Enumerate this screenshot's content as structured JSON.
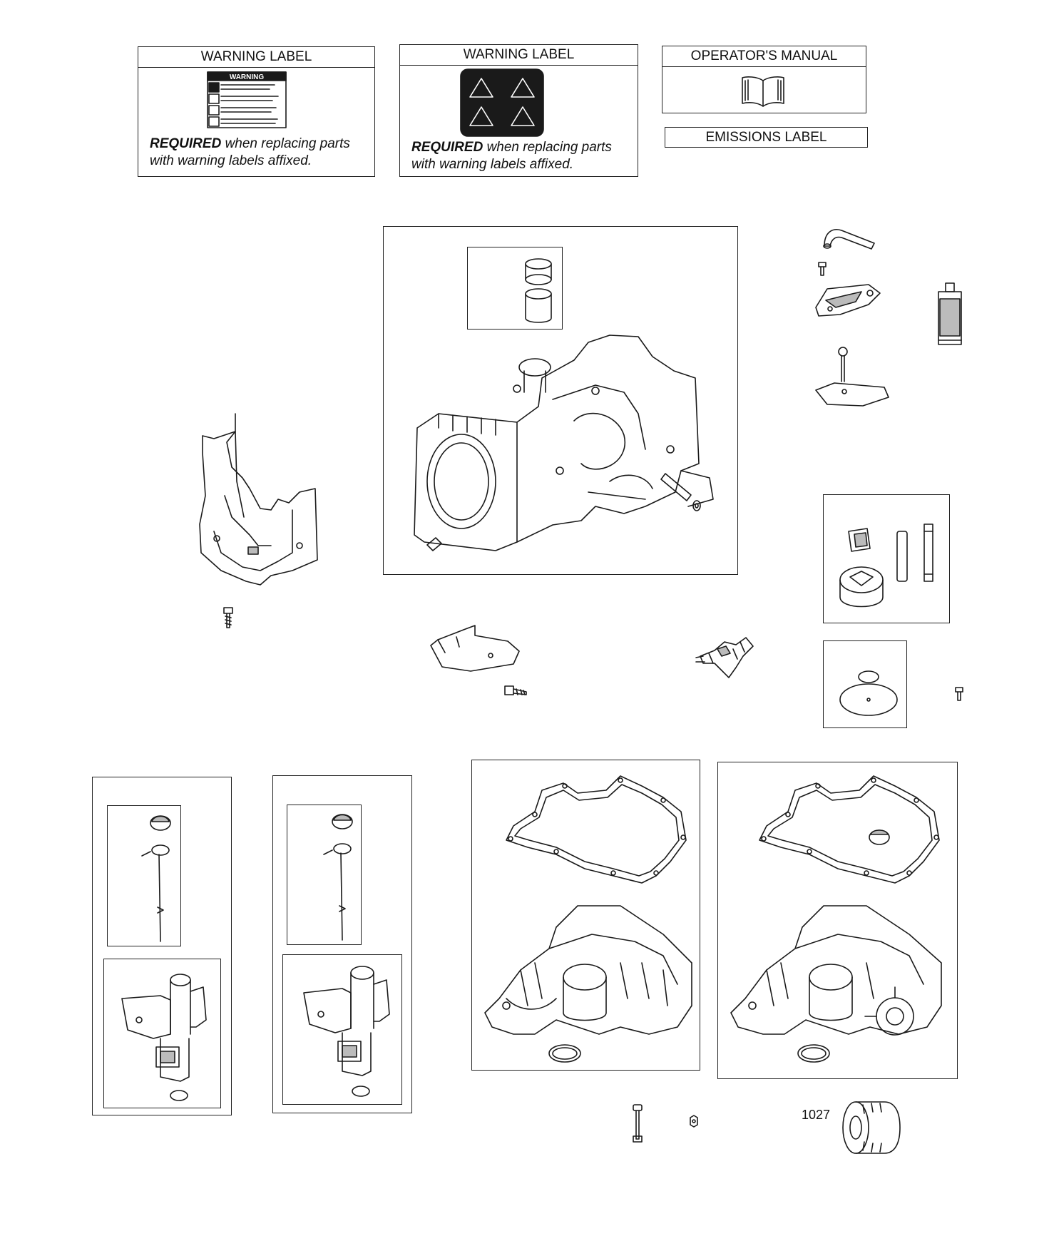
{
  "labels": {
    "warning_label_1": "WARNING LABEL",
    "warning_label_2": "WARNING LABEL",
    "operators_manual": "OPERATOR'S MANUAL",
    "emissions_label": "EMISSIONS LABEL"
  },
  "required_note": {
    "strong": "REQUIRED",
    "rest_line1": " when replacing parts",
    "line2": "with warning labels affixed."
  },
  "decal_text": "WARNING",
  "part_numbers": {
    "oil_filter": "1027"
  }
}
